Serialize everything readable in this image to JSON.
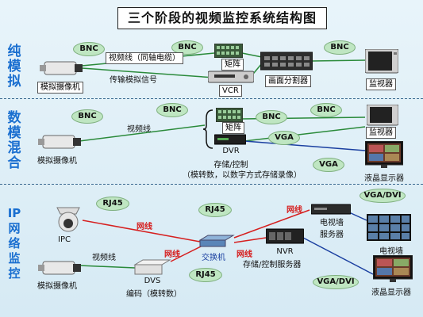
{
  "title": "三个阶段的视频监控系统结构图",
  "sections": {
    "analog": [
      "纯",
      "模",
      "拟"
    ],
    "hybrid": [
      "数",
      "模",
      "混",
      "合"
    ],
    "ip": [
      "IP",
      "网",
      "络",
      "监",
      "控"
    ]
  },
  "analog": {
    "camera": "模拟摄像机",
    "bnc1": "BNC",
    "bnc2": "BNC",
    "bnc3": "BNC",
    "cable": "视频线（同轴电缆）",
    "signal": "传输模拟信号",
    "matrix": "矩阵",
    "vcr": "VCR",
    "splitter": "画面分割器",
    "monitor": "监视器"
  },
  "hybrid": {
    "camera": "模拟摄像机",
    "bnc1": "BNC",
    "bnc2": "BNC",
    "bnc3": "BNC",
    "bnc4": "BNC",
    "cable": "视频线",
    "matrix": "矩阵",
    "dvr": "DVR",
    "dvr_sub": "存储/控制",
    "dvr_note": "（模转数，以数字方式存储录像）",
    "vga1": "VGA",
    "vga2": "VGA",
    "monitor": "监视器",
    "lcd": "液晶显示器"
  },
  "ip": {
    "ipc": "IPC",
    "rj45_1": "RJ45",
    "rj45_2": "RJ45",
    "rj45_3": "RJ45",
    "net1": "网线",
    "net2": "网线",
    "net3": "网线",
    "net4": "网线",
    "switch": "交换机",
    "tvwall_server": [
      "电视墙",
      "服务器"
    ],
    "nvr": "NVR",
    "nvr_sub": "存储/控制服务器",
    "tv_wall": "电视墙",
    "vgadvi1": "VGA/DVI",
    "vgadvi2": "VGA/DVI",
    "lcd": "液晶显示器",
    "cable": "视频线",
    "camera": "模拟摄像机",
    "dvs": "DVS",
    "dvs_sub": "编码（模转数）"
  }
}
